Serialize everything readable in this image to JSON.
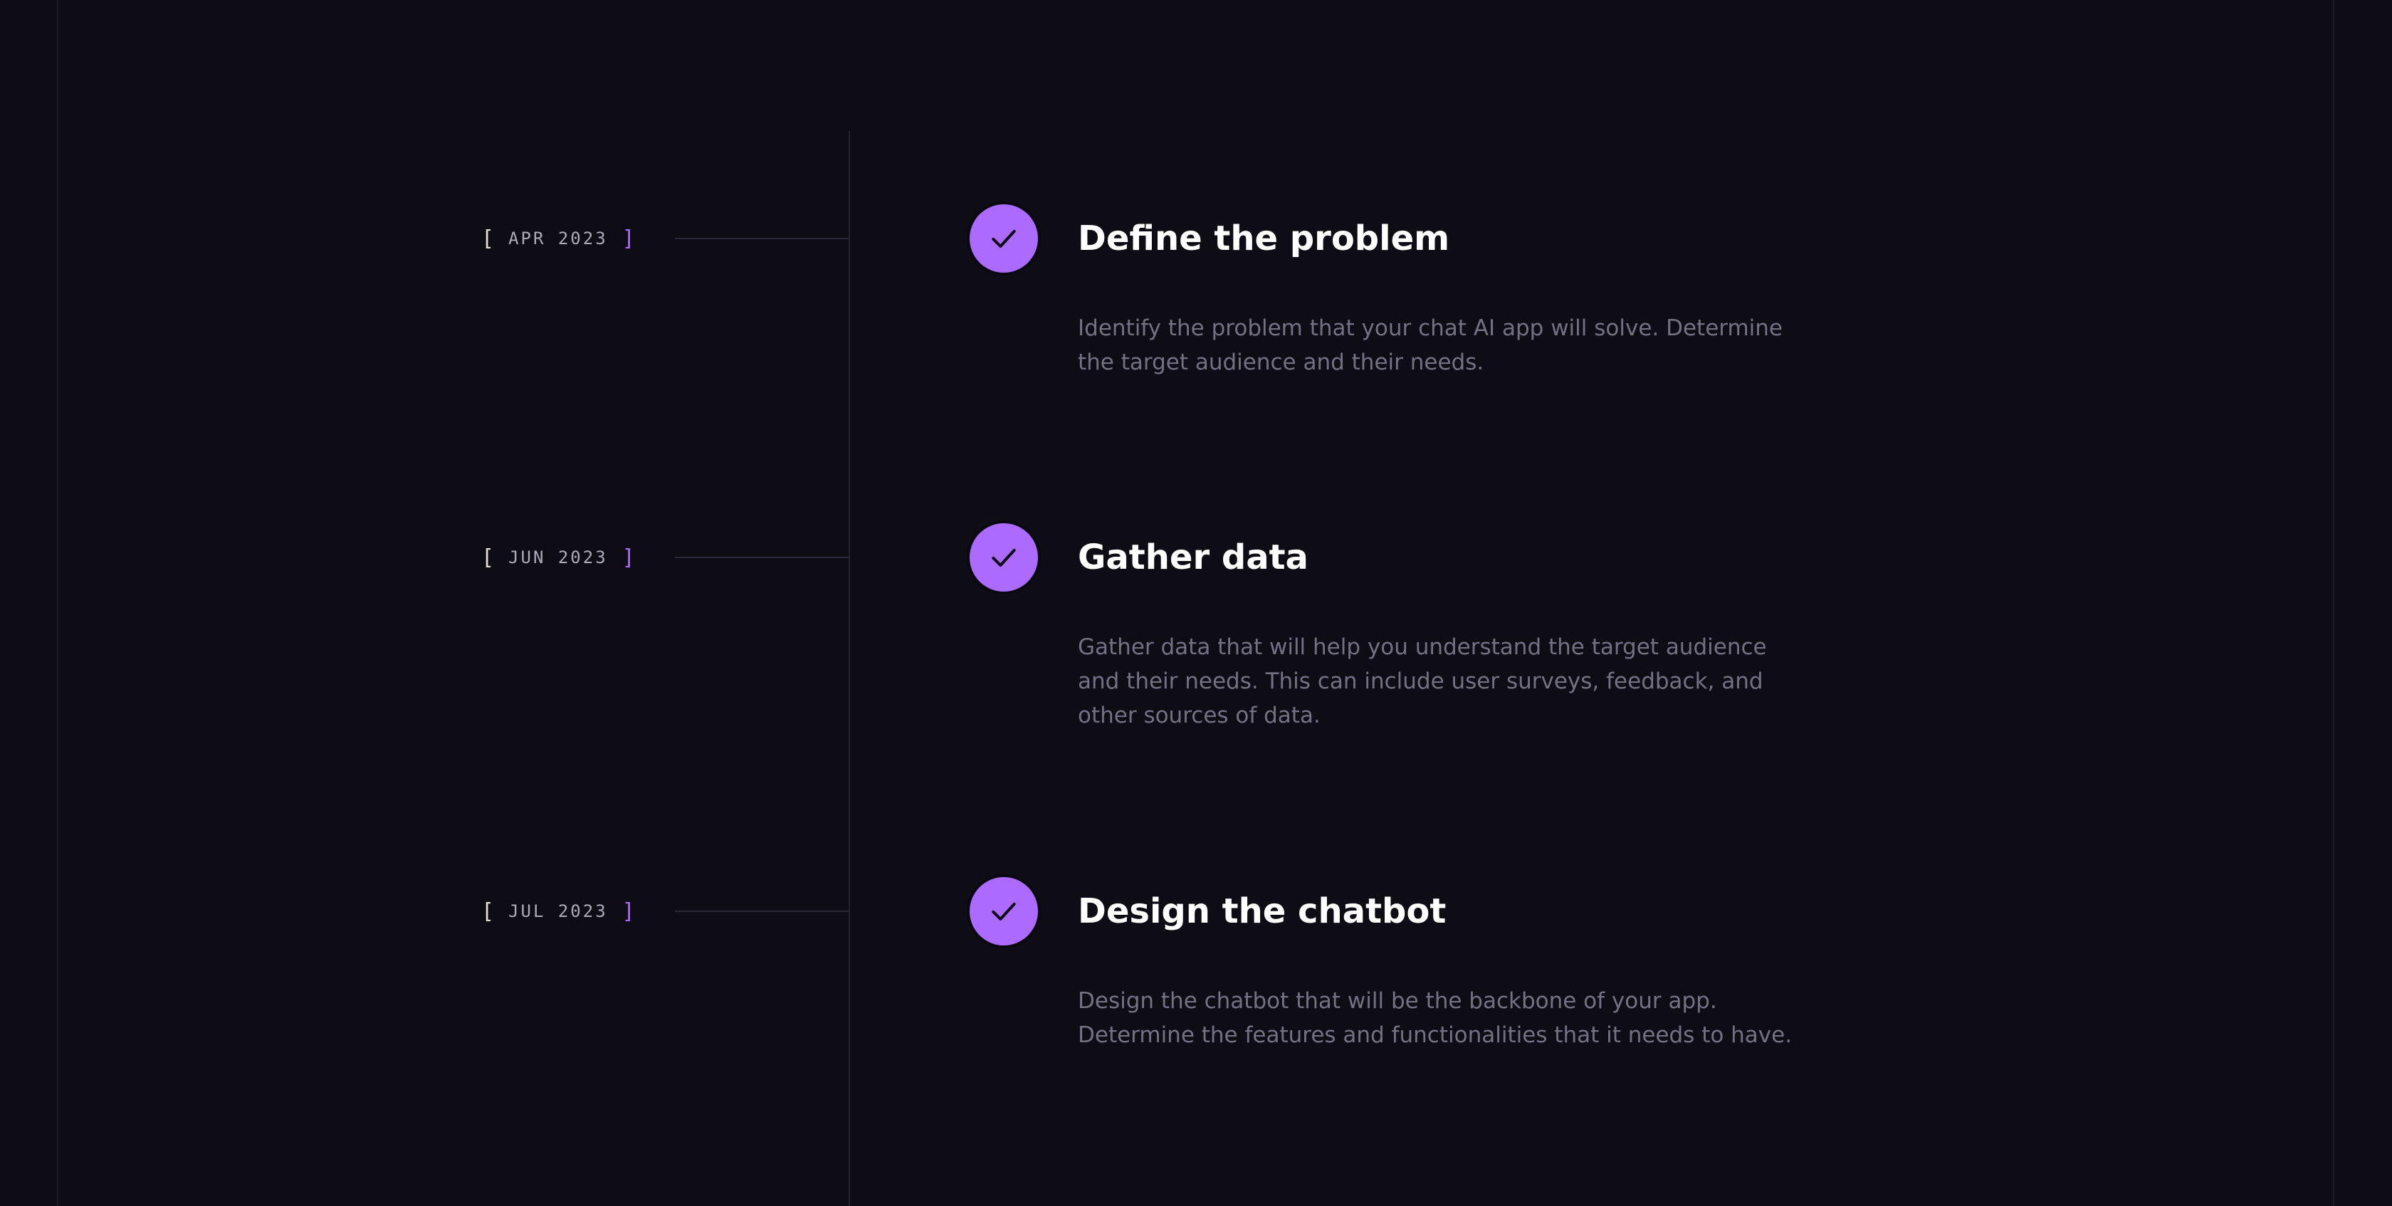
{
  "roadmap": {
    "milestones": [
      {
        "date": "APR 2023",
        "title": "Define the problem",
        "description": "Identify the problem that your chat AI app will solve. Determine the target audience and their needs.",
        "status": "done",
        "icon": "check-icon"
      },
      {
        "date": "JUN 2023",
        "title": "Gather data",
        "description": "Gather data that will help you understand the target audience and their needs. This can include user surveys, feedback, and other sources of data.",
        "status": "done",
        "icon": "check-icon"
      },
      {
        "date": "JUL 2023",
        "title": "Design the chatbot",
        "description": "Design the chatbot that will be the backbone of your app. Determine the features and functionalities that it needs to have.",
        "status": "done",
        "icon": "check-icon"
      }
    ]
  },
  "colors": {
    "background": "#0e0c15",
    "accent": "#ac6aff",
    "bracket_open": "#e4e1c8",
    "title": "#ffffff",
    "body_text": "#757185",
    "date_text": "#aeabb8"
  }
}
